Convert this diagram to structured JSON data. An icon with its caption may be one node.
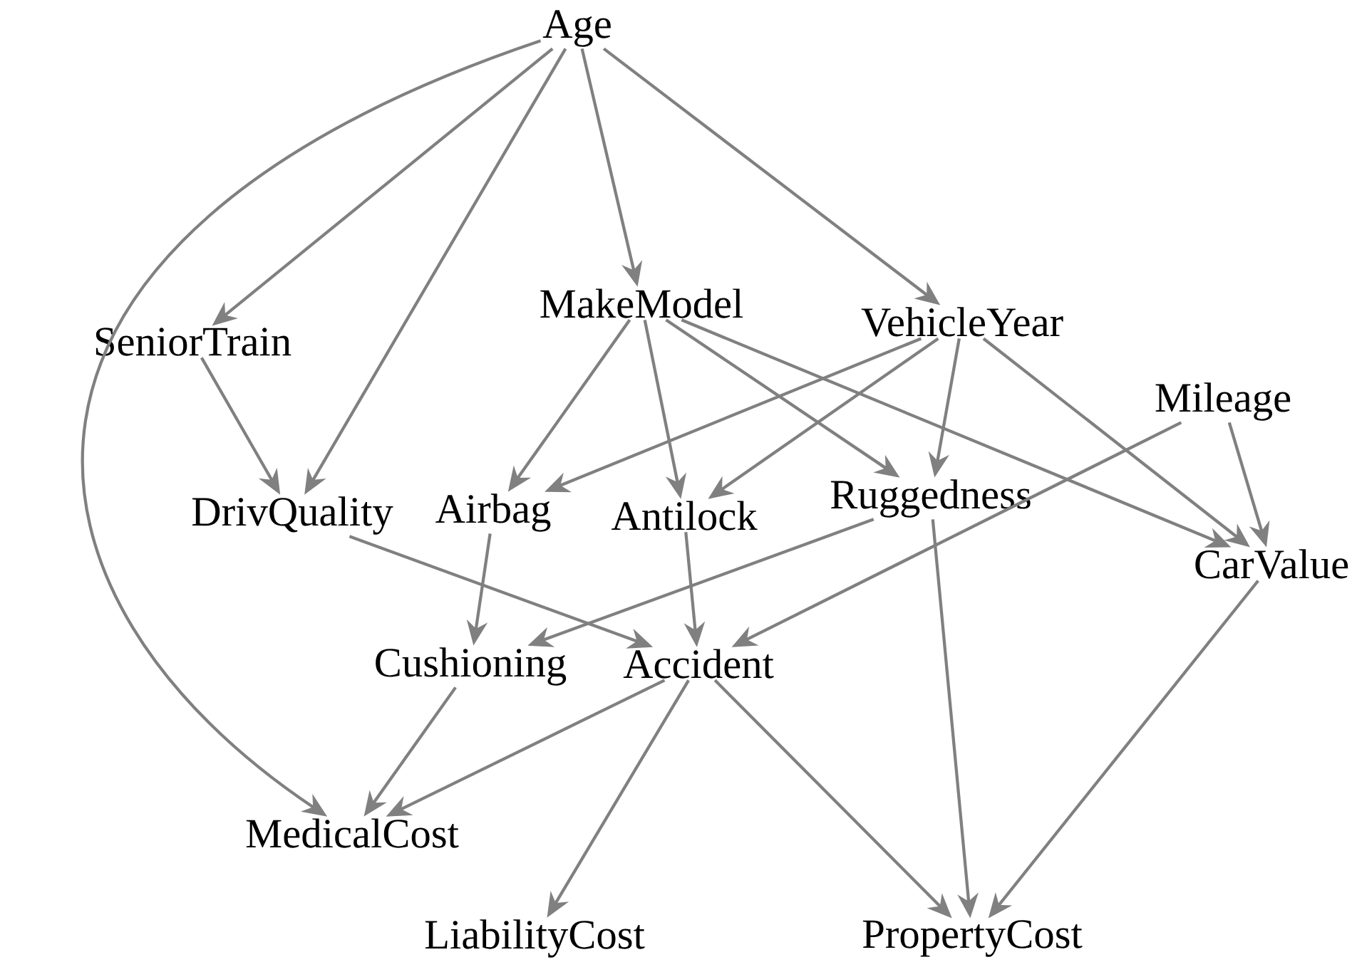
{
  "diagram": {
    "nodes": [
      {
        "text": [
          "Age"
        ]
      },
      {
        "text": [
          "SeniorTrain"
        ]
      },
      {
        "text": [
          "MakeModel"
        ]
      },
      {
        "text": [
          "VehicleYear"
        ]
      },
      {
        "text": [
          "Mileage"
        ]
      },
      {
        "text": [
          "DrivQuality"
        ]
      },
      {
        "text": [
          "Airbag"
        ]
      },
      {
        "text": [
          "Antilock"
        ]
      },
      {
        "text": [
          "Ruggedness"
        ]
      },
      {
        "text": [
          "CarValue"
        ]
      },
      {
        "text": [
          "Cushioning"
        ]
      },
      {
        "text": [
          "Accident"
        ]
      },
      {
        "text": [
          "MedicalCost"
        ]
      },
      {
        "text": [
          "LiabilityCost"
        ]
      },
      {
        "text": [
          "PropertyCost"
        ]
      }
    ],
    "edges": [
      {
        "from": 0,
        "to": 1,
        "arrow": "to"
      },
      {
        "from": 0,
        "to": 5,
        "arrow": "to"
      },
      {
        "from": 0,
        "to": 2,
        "arrow": "to"
      },
      {
        "from": 0,
        "to": 3,
        "arrow": "to"
      },
      {
        "from": 0,
        "to": 12,
        "arrow": "to"
      },
      {
        "from": 1,
        "to": 5,
        "arrow": "to"
      },
      {
        "from": 2,
        "to": 6,
        "arrow": "to"
      },
      {
        "from": 2,
        "to": 7,
        "arrow": "to"
      },
      {
        "from": 2,
        "to": 8,
        "arrow": "to"
      },
      {
        "from": 2,
        "to": 9,
        "arrow": "to"
      },
      {
        "from": 3,
        "to": 6,
        "arrow": "to"
      },
      {
        "from": 3,
        "to": 7,
        "arrow": "to"
      },
      {
        "from": 3,
        "to": 8,
        "arrow": "to"
      },
      {
        "from": 3,
        "to": 9,
        "arrow": "to"
      },
      {
        "from": 4,
        "to": 9,
        "arrow": "to"
      },
      {
        "from": 4,
        "to": 11,
        "arrow": "to"
      },
      {
        "from": 5,
        "to": 11,
        "arrow": "to"
      },
      {
        "from": 6,
        "to": 10,
        "arrow": "to"
      },
      {
        "from": 7,
        "to": 11,
        "arrow": "to"
      },
      {
        "from": 8,
        "to": 10,
        "arrow": "to"
      },
      {
        "from": 8,
        "to": 14,
        "arrow": "to"
      },
      {
        "from": 9,
        "to": 14,
        "arrow": "to"
      },
      {
        "from": 10,
        "to": 12,
        "arrow": "to"
      },
      {
        "from": 11,
        "to": 12,
        "arrow": "to"
      },
      {
        "from": 11,
        "to": 13,
        "arrow": "to"
      },
      {
        "from": 11,
        "to": 14,
        "arrow": "to"
      }
    ]
  }
}
